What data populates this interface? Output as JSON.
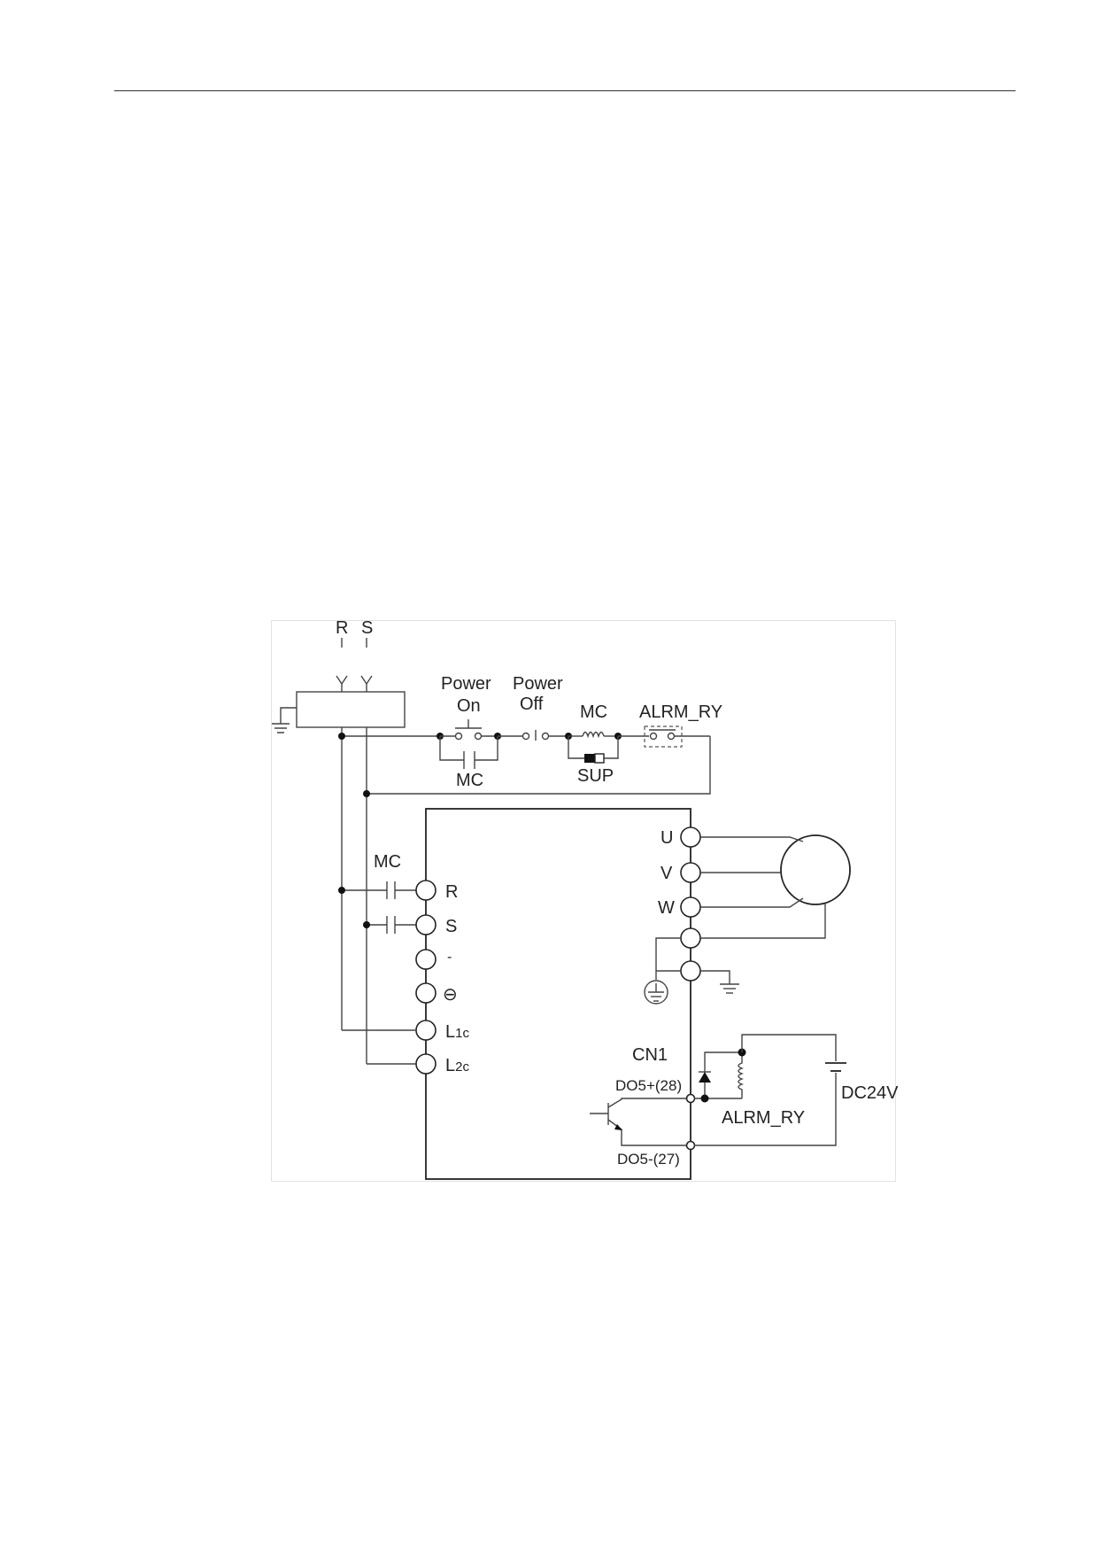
{
  "diagram": {
    "supply": {
      "r": "R",
      "s": "S"
    },
    "control": {
      "power_on": [
        "Power",
        "On"
      ],
      "power_off": [
        "Power",
        "Off"
      ],
      "mc_coil": "MC",
      "alarm_contact": "ALRM_RY",
      "mc_contact": "MC",
      "suppressor": "SUP"
    },
    "drive": {
      "mc_label": "MC",
      "power_terminals": [
        "R",
        "S",
        "-",
        "⊖"
      ],
      "control_power": {
        "l1c_main": "L",
        "l1c_sub": "1c",
        "l2c_main": "L",
        "l2c_sub": "2c"
      },
      "motor_terminals": [
        "U",
        "V",
        "W"
      ]
    },
    "cn1": {
      "title": "CN1",
      "do5_plus": "DO5+(28)",
      "do5_minus": "DO5-(27)",
      "relay": "ALRM_RY",
      "supply": "DC24V"
    }
  }
}
